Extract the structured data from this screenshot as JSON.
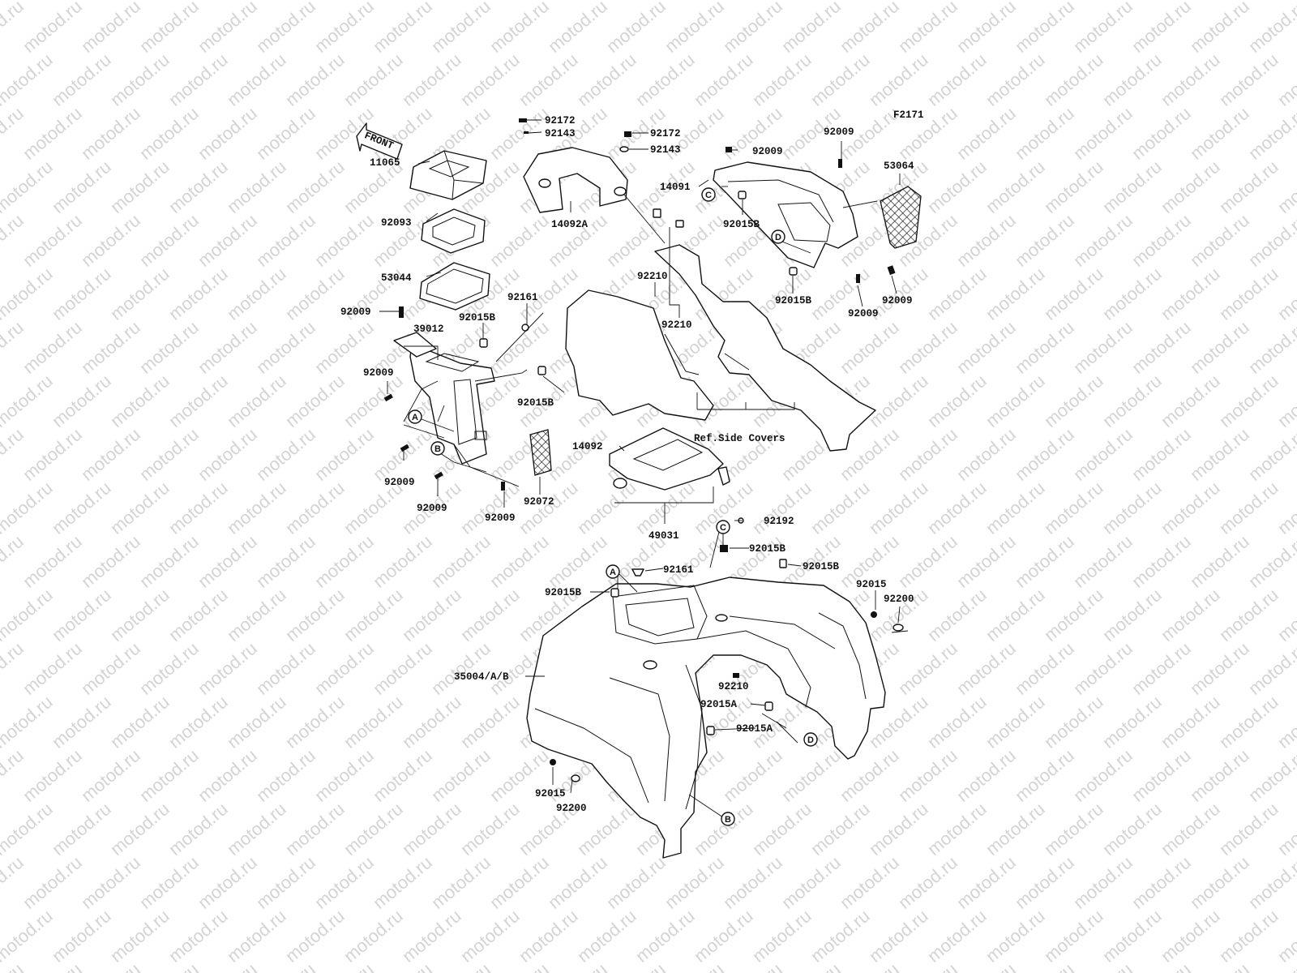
{
  "figure_id": "F2171",
  "watermark": "motod.ru",
  "front_label": "FRONT",
  "reference_note": "Ref.Side Covers",
  "parts": {
    "p11065": "11065",
    "p92093": "92093",
    "p53044": "53044",
    "p92009_a": "92009",
    "p39012": "39012",
    "p92015b_a": "92015B",
    "p92161_a": "92161",
    "p92009_b": "92009",
    "p92015b_b": "92015B",
    "p92009_c": "92009",
    "p92009_d": "92009",
    "p92009_e": "92009",
    "p92072": "92072",
    "p92172_a": "92172",
    "p92143_a": "92143",
    "p92172_b": "92172",
    "p92143_b": "92143",
    "p14092a": "14092A",
    "p92210_a": "92210",
    "p92210_b": "92210",
    "p92009_f": "92009",
    "p92009_g": "92009",
    "p14091": "14091",
    "p53064": "53064",
    "p92015b_c": "92015B",
    "p92015b_d": "92015B",
    "p92009_h": "92009",
    "p92009_i": "92009",
    "p14092": "14092",
    "p49031": "49031",
    "p92192": "92192",
    "p92015b_e": "92015B",
    "p92015b_f": "92015B",
    "p92161_b": "92161",
    "p92015b_g": "92015B",
    "p92015_a": "92015",
    "p92200_a": "92200",
    "p35004": "35004/A/B",
    "p92210_c": "92210",
    "p92015a_a": "92015A",
    "p92015a_b": "92015A",
    "p92015_b": "92015",
    "p92200_b": "92200"
  },
  "callouts": {
    "a_top": "A",
    "b_top": "B",
    "c_top": "C",
    "d_top": "D",
    "a_bottom": "A",
    "b_bottom": "B",
    "c_bottom": "C",
    "d_bottom": "D"
  }
}
